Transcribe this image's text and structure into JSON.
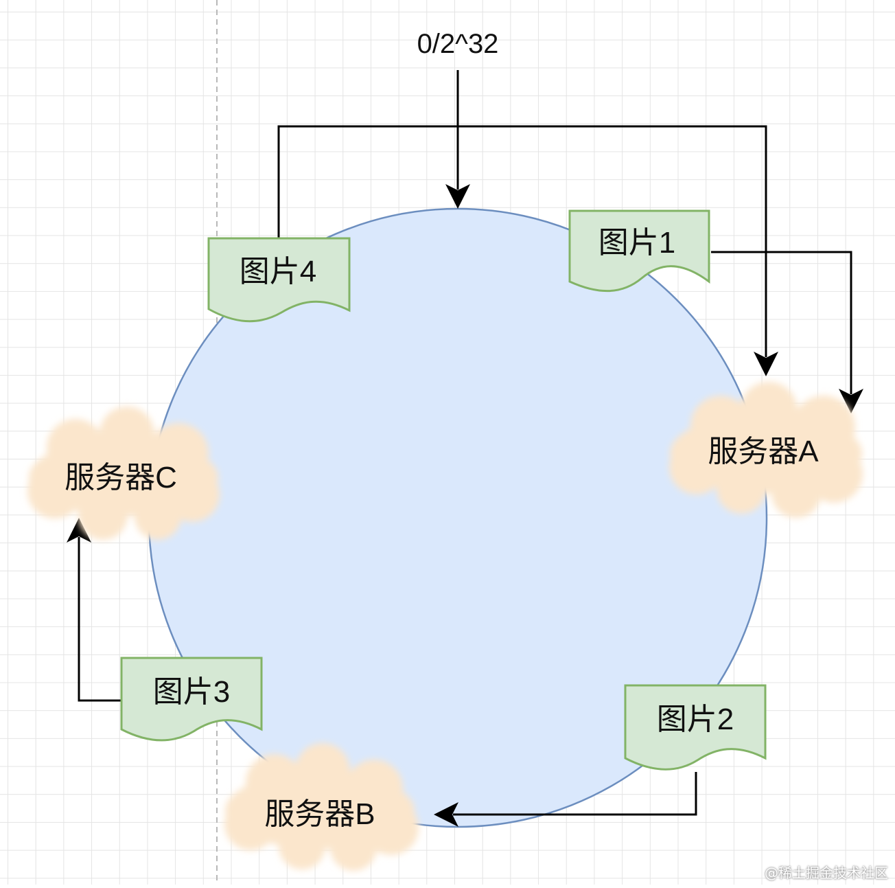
{
  "diagram": {
    "top_label": "0/2^32",
    "ring_color": "#dae8fc",
    "ring_stroke": "#6c8ebf",
    "documents": [
      {
        "id": "img1",
        "label": "图片1"
      },
      {
        "id": "img2",
        "label": "图片2"
      },
      {
        "id": "img3",
        "label": "图片3"
      },
      {
        "id": "img4",
        "label": "图片4"
      }
    ],
    "servers": [
      {
        "id": "srvA",
        "label": "服务器A"
      },
      {
        "id": "srvB",
        "label": "服务器B"
      },
      {
        "id": "srvC",
        "label": "服务器C"
      }
    ],
    "edges": [
      {
        "from": "图片1",
        "to": "服务器A"
      },
      {
        "from": "图片4",
        "to": "服务器A"
      },
      {
        "from": "图片2",
        "to": "服务器B"
      },
      {
        "from": "图片3",
        "to": "服务器C"
      }
    ],
    "document_fill": "#d5e8d4",
    "document_stroke": "#82b366",
    "cloud_fill": "#fbe6cc"
  },
  "watermark": "@稀土掘金技术社区"
}
